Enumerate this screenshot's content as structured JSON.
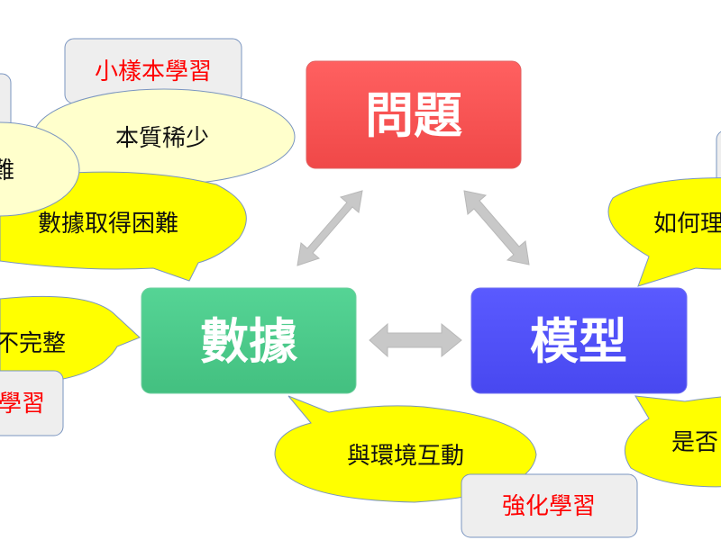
{
  "nodes": {
    "problem": "問題",
    "data": "數據",
    "model": "模型"
  },
  "callouts": {
    "small_sample_learning": "小樣本學習",
    "rare_nature": "本質稀少",
    "left_partial": "難",
    "data_hard_to_get": "數據取得困難",
    "incomplete": "不完整",
    "left_learning": "學習",
    "interact_env": "與環境互動",
    "reinforcement_learning": "強化學習",
    "how_to": "如何理",
    "whether": "是否"
  },
  "colors": {
    "problem": "#f85050",
    "data": "#4cc98a",
    "model": "#5050f8",
    "bubble": "#ffff00",
    "pale_bubble": "#ffffcc",
    "label_box": "#eeeeee",
    "arrow": "#c8c8c8"
  }
}
